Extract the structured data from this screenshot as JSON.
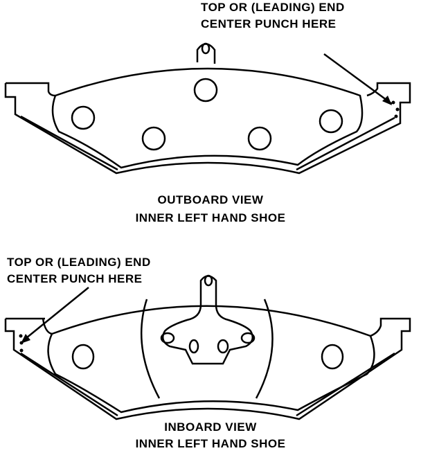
{
  "outboard": {
    "callout_line1": "TOP OR (LEADING) END",
    "callout_line2": "CENTER PUNCH HERE",
    "caption_line1": "OUTBOARD VIEW",
    "caption_line2": "INNER LEFT HAND SHOE"
  },
  "inboard": {
    "callout_line1": "TOP OR (LEADING) END",
    "callout_line2": "CENTER PUNCH HERE",
    "caption_line1": "INBOARD VIEW",
    "caption_line2": "INNER LEFT HAND SHOE"
  }
}
